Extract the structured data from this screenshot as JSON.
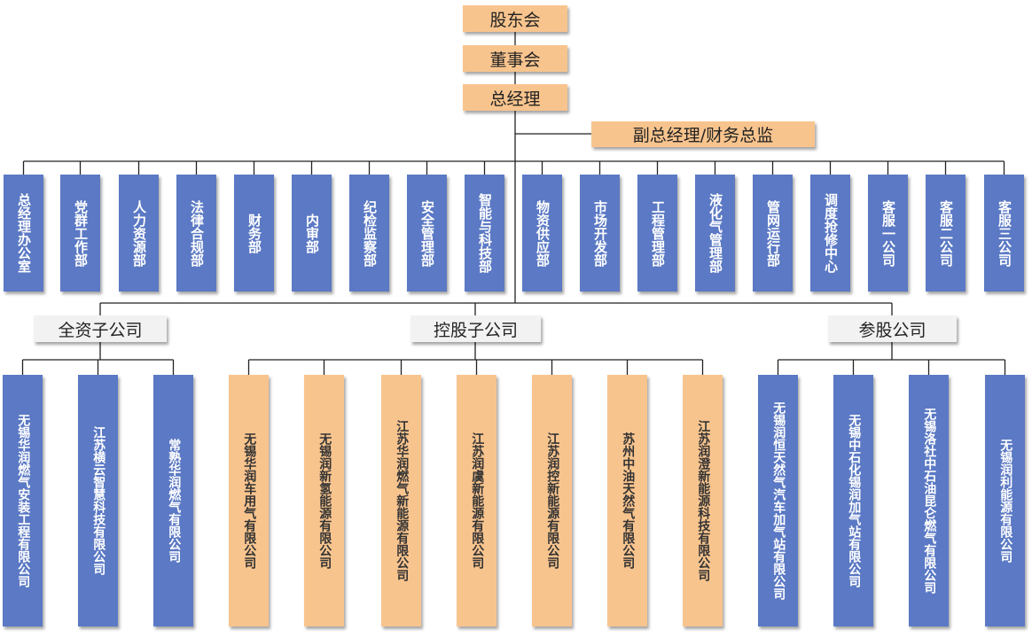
{
  "top": {
    "shareholders": "股东会",
    "board": "董事会",
    "general_manager": "总经理",
    "deputy": "副总经理/财务总监"
  },
  "departments": [
    "总经理办公室",
    "党群工作部",
    "人力资源部",
    "法律合规部",
    "财务部",
    "内审部",
    "纪检监察部",
    "安全管理部",
    "智能与科技部",
    "物资供应部",
    "市场开发部",
    "工程管理部",
    "液化气管理部",
    "管网运行部",
    "调度抢修中心",
    "客服一公司",
    "客服二公司",
    "客服三公司"
  ],
  "categories": {
    "wholly_owned": "全资子公司",
    "holding": "控股子公司",
    "participating": "参股公司"
  },
  "wholly_owned": [
    "无锡华润燃气安装工程有限公司",
    "江苏横云智慧科技有限公司",
    "常熟华润燃气有限公司"
  ],
  "holding": [
    "无锡华润车用气有限公司",
    "无锡润新氢能源有限公司",
    "江苏华润燃气新能源有限公司",
    "江苏润虞新能源有限公司",
    "江苏润控新能源有限公司",
    "苏州中油天然气有限公司",
    "江苏润澄新能源科技有限公司"
  ],
  "participating": [
    "无锡润恒天然气汽车加气站有限公司",
    "无锡中石化锡润加气站有限公司",
    "无锡洛社中石油昆仑燃气有限公司",
    "无锡润利能源有限公司"
  ],
  "colors": {
    "top_box": "#f8c48e",
    "department": "#5b79c4",
    "category_box": "#f2f2f2",
    "connector": "#222222"
  }
}
